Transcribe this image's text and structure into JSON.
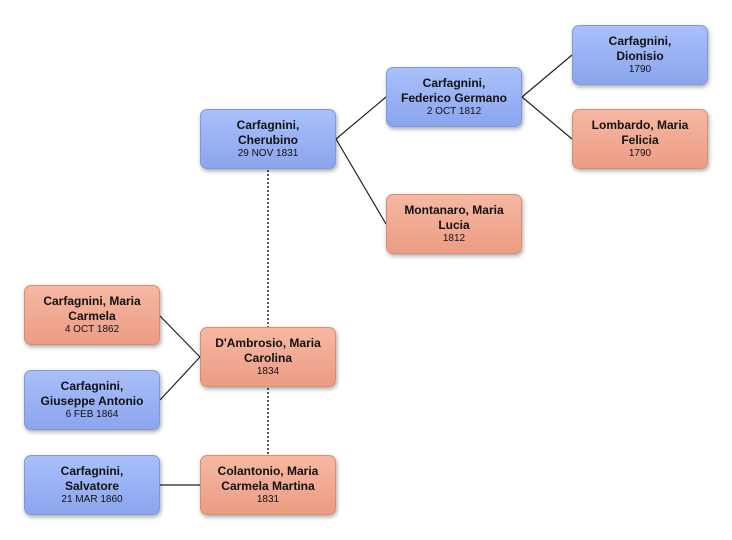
{
  "people": {
    "cherubino": {
      "name": "Carfagnini,\nCherubino",
      "date": "29 NOV 1831"
    },
    "federico": {
      "name": "Carfagnini,\nFederico Germano",
      "date": "2 OCT 1812"
    },
    "dionisio": {
      "name": "Carfagnini,\nDionisio",
      "date": "1790"
    },
    "felicia": {
      "name": "Lombardo, Maria\nFelicia",
      "date": "1790"
    },
    "lucia": {
      "name": "Montanaro, Maria\nLucia",
      "date": "1812"
    },
    "carolina": {
      "name": "D'Ambrosio, Maria\nCarolina",
      "date": "1834"
    },
    "carmela": {
      "name": "Carfagnini, Maria\nCarmela",
      "date": "4 OCT 1862"
    },
    "giuseppe": {
      "name": "Carfagnini,\nGiuseppe Antonio",
      "date": "6 FEB 1864"
    },
    "colantonio": {
      "name": "Colantonio, Maria\nCarmela Martina",
      "date": "1831"
    },
    "salvatore": {
      "name": "Carfagnini,\nSalvatore",
      "date": "21 MAR 1860"
    }
  },
  "colors": {
    "male_fill": "#9bb3f5",
    "female_fill": "#f2ab93",
    "line": "#222222"
  }
}
